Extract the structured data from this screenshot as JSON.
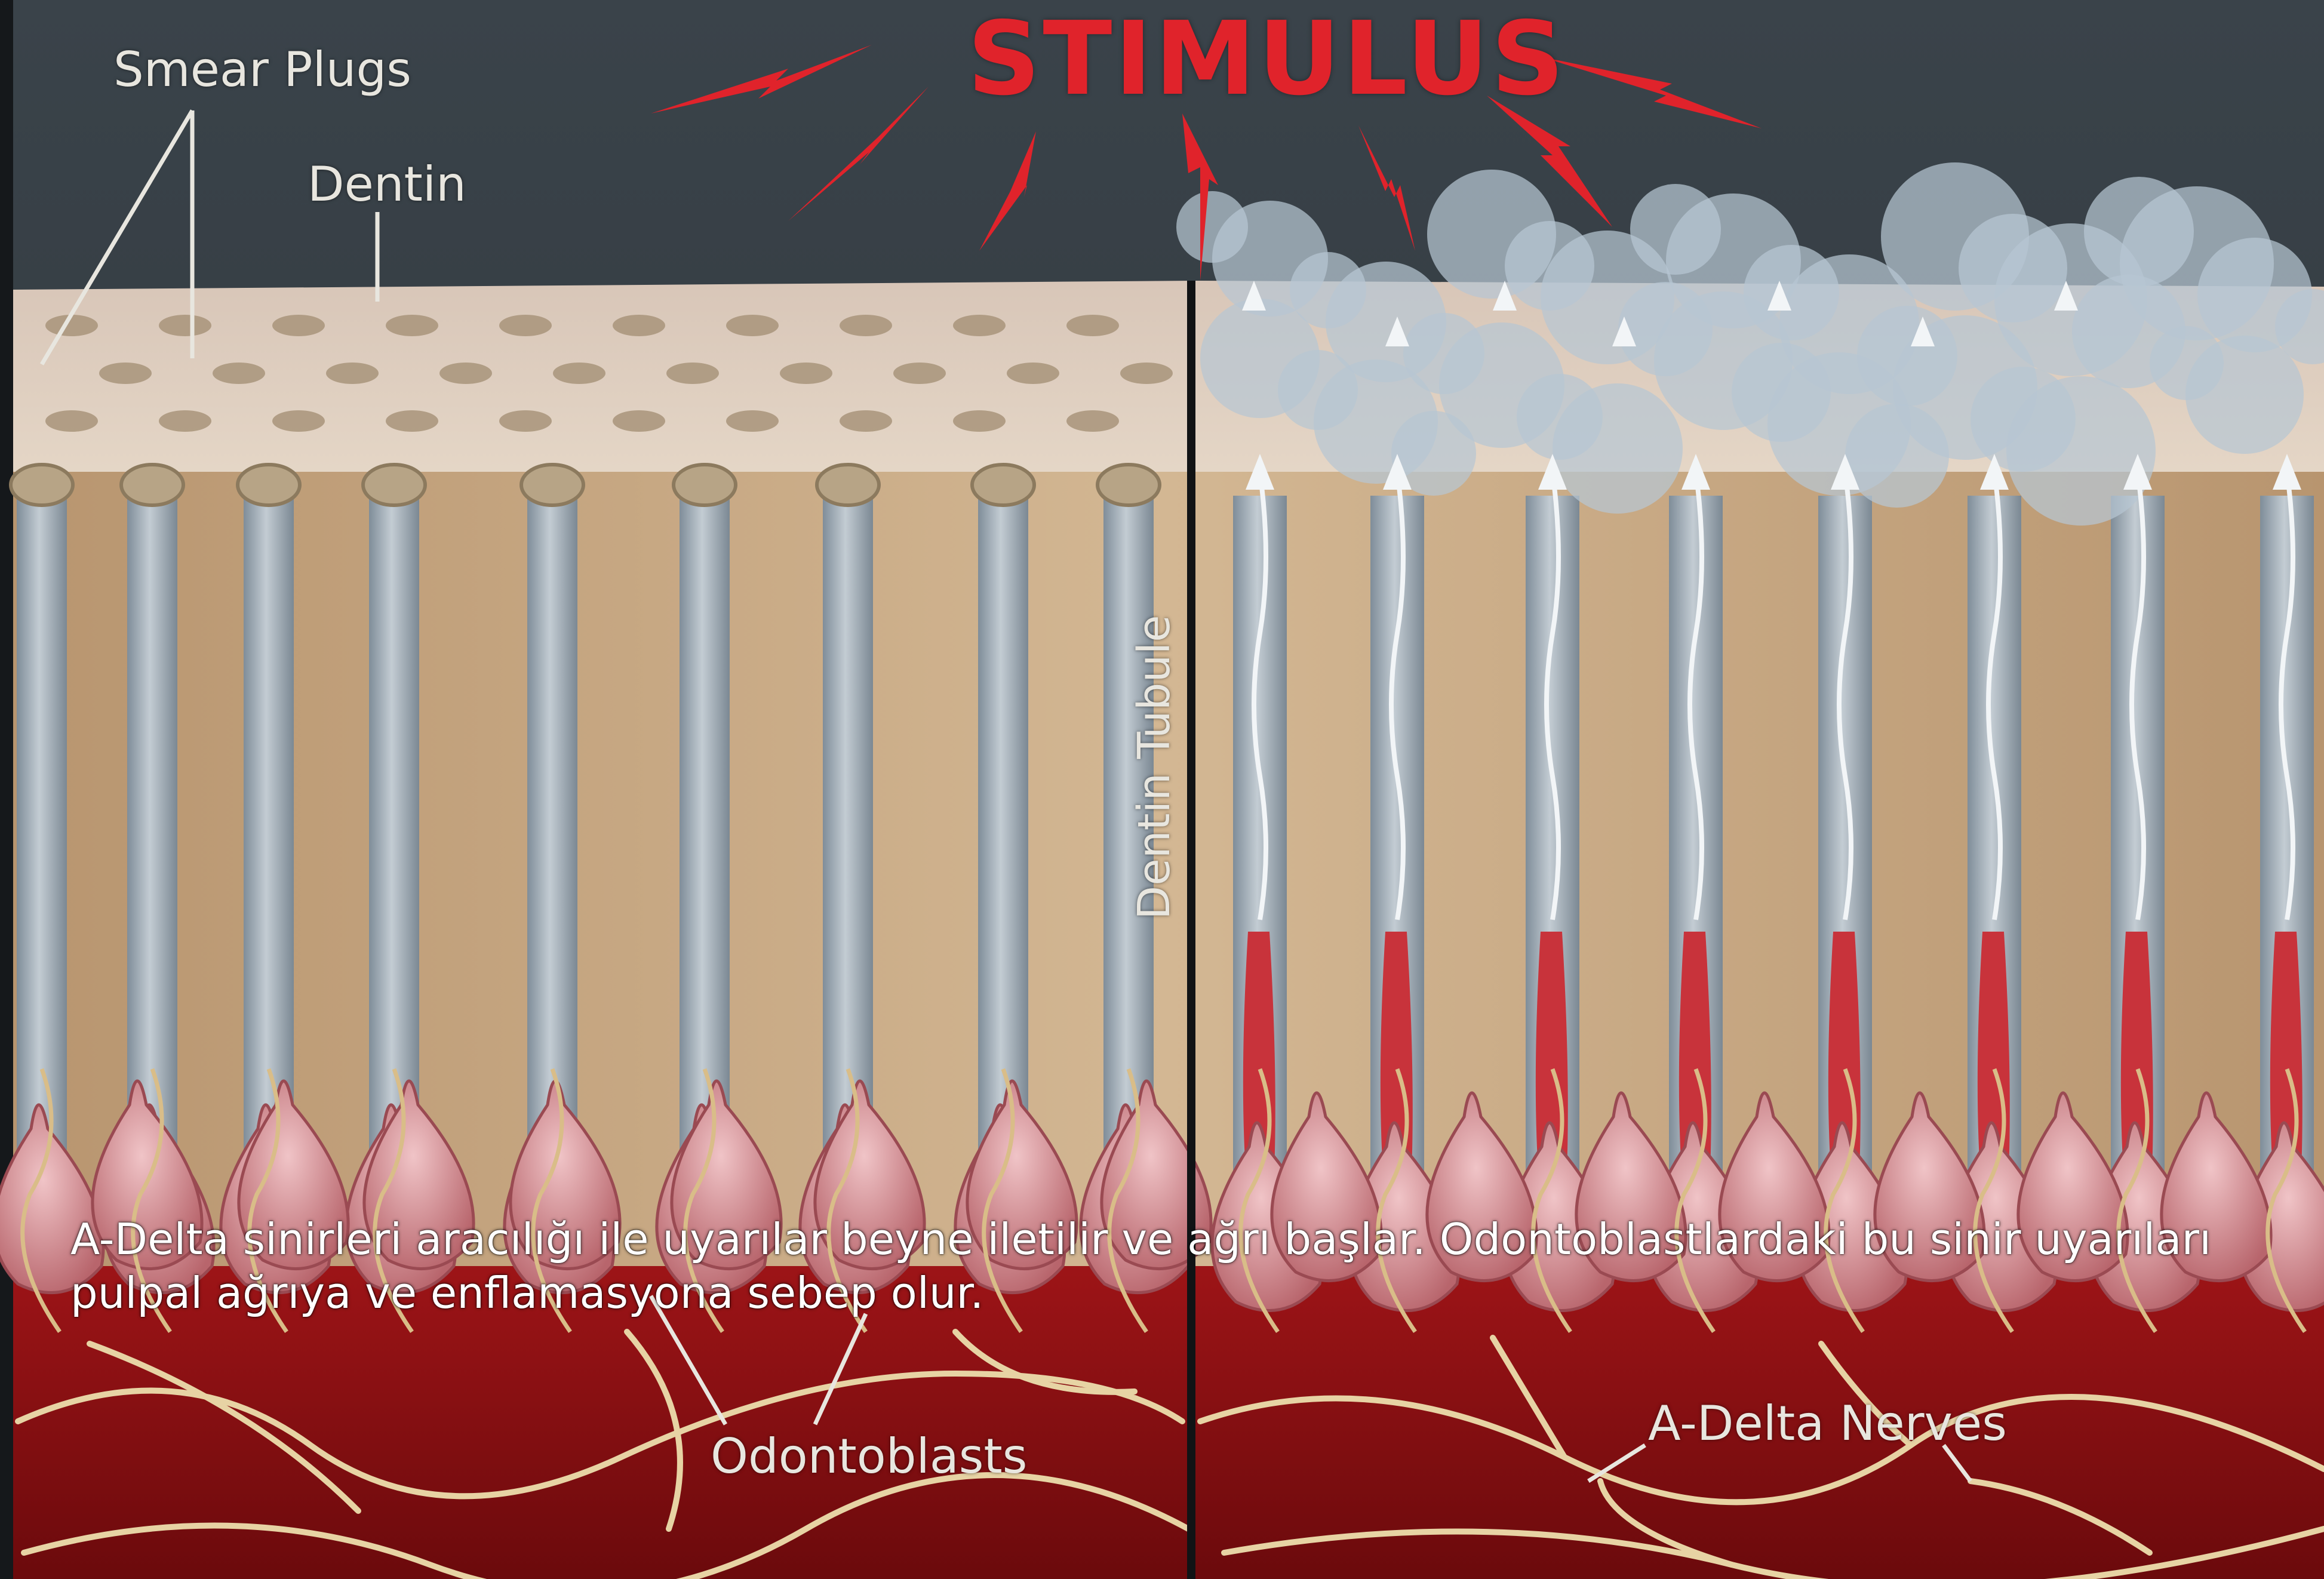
{
  "illustration": {
    "title": "STIMULUS",
    "labels": {
      "smear_plugs": "Smear Plugs",
      "dentin": "Dentin",
      "dentin_tubule": "Dentin Tubule",
      "odontoblasts": "Odontoblasts",
      "a_delta_nerves": "A-Delta Nerves"
    },
    "colors": {
      "background_top": "#3c454c",
      "stimulus_red": "#e0232b",
      "dentin_tan": "#c9ab86",
      "tubule_blue": "#9aa9b5",
      "pulp_red": "#8a0f12",
      "nerve_cream": "#e7d3a4",
      "odontoblast_pink": "#d99a9f"
    }
  },
  "caption": "A-Delta sinirleri aracılığı ile uyarılar beyne iletilir ve ağrı başlar. Odontoblastlardaki bu sinir uyarıları pulpal ağrıya ve enflamasyona sebep olur."
}
